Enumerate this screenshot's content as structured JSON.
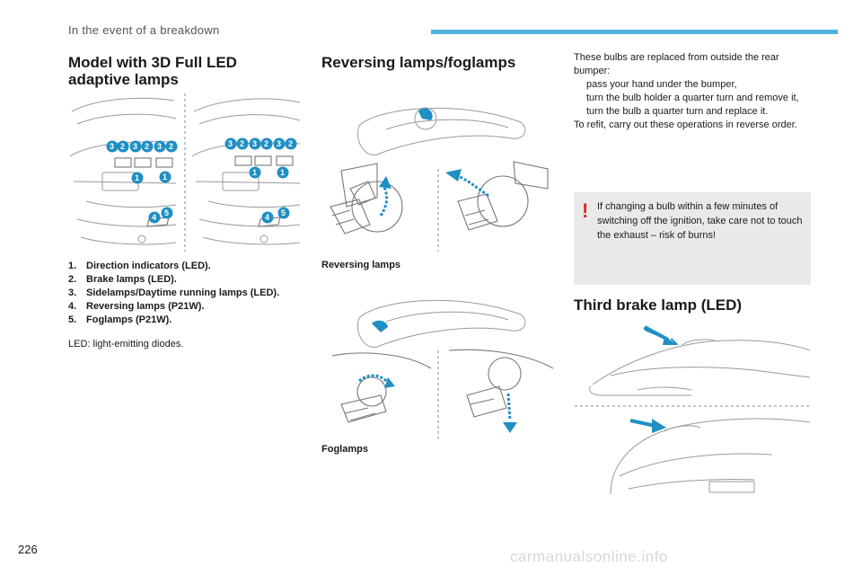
{
  "header": {
    "section_title": "In the event of a breakdown",
    "accent_color": "#4fb3de"
  },
  "left": {
    "title": "Model with 3D Full LED adaptive lamps",
    "list": [
      {
        "num": "1.",
        "text": "Direction indicators (LED)."
      },
      {
        "num": "2.",
        "text": "Brake lamps (LED)."
      },
      {
        "num": "3.",
        "text": "Sidelamps/Daytime running lamps (LED)."
      },
      {
        "num": "4.",
        "text": "Reversing lamps (P21W)."
      },
      {
        "num": "5.",
        "text": "Foglamps (P21W)."
      }
    ],
    "note": "LED: light-emitting diodes.",
    "badges": {
      "top_row": [
        "3",
        "2",
        "3",
        "2",
        "3",
        "2"
      ],
      "indicator": "1",
      "reversing": "4",
      "fog": "5"
    }
  },
  "middle": {
    "title": "Reversing lamps/foglamps",
    "caption_reversing": "Reversing lamps",
    "caption_fog": "Foglamps"
  },
  "right": {
    "intro": "These bulbs are replaced from outside the rear bumper:",
    "bullet_glyph": "",
    "steps": [
      "pass your hand under the bumper,",
      "turn the bulb holder a quarter turn and remove it,",
      "turn the bulb a quarter turn and replace it."
    ],
    "refit": "To refit, carry out these operations in reverse order.",
    "warning": {
      "mark": "!",
      "text": "If changing a bulb within a few minutes of switching off the ignition, take care not to touch the exhaust – risk of burns!"
    },
    "third_brake_title": "Third brake lamp (LED)"
  },
  "footer": {
    "page_number": "226",
    "watermark": "carmanualsonline.info"
  },
  "colors": {
    "badge": "#1f8fc4",
    "arrow": "#1f8fc4",
    "warning_mark": "#d9261c",
    "warning_bg": "#e9e9e9"
  }
}
